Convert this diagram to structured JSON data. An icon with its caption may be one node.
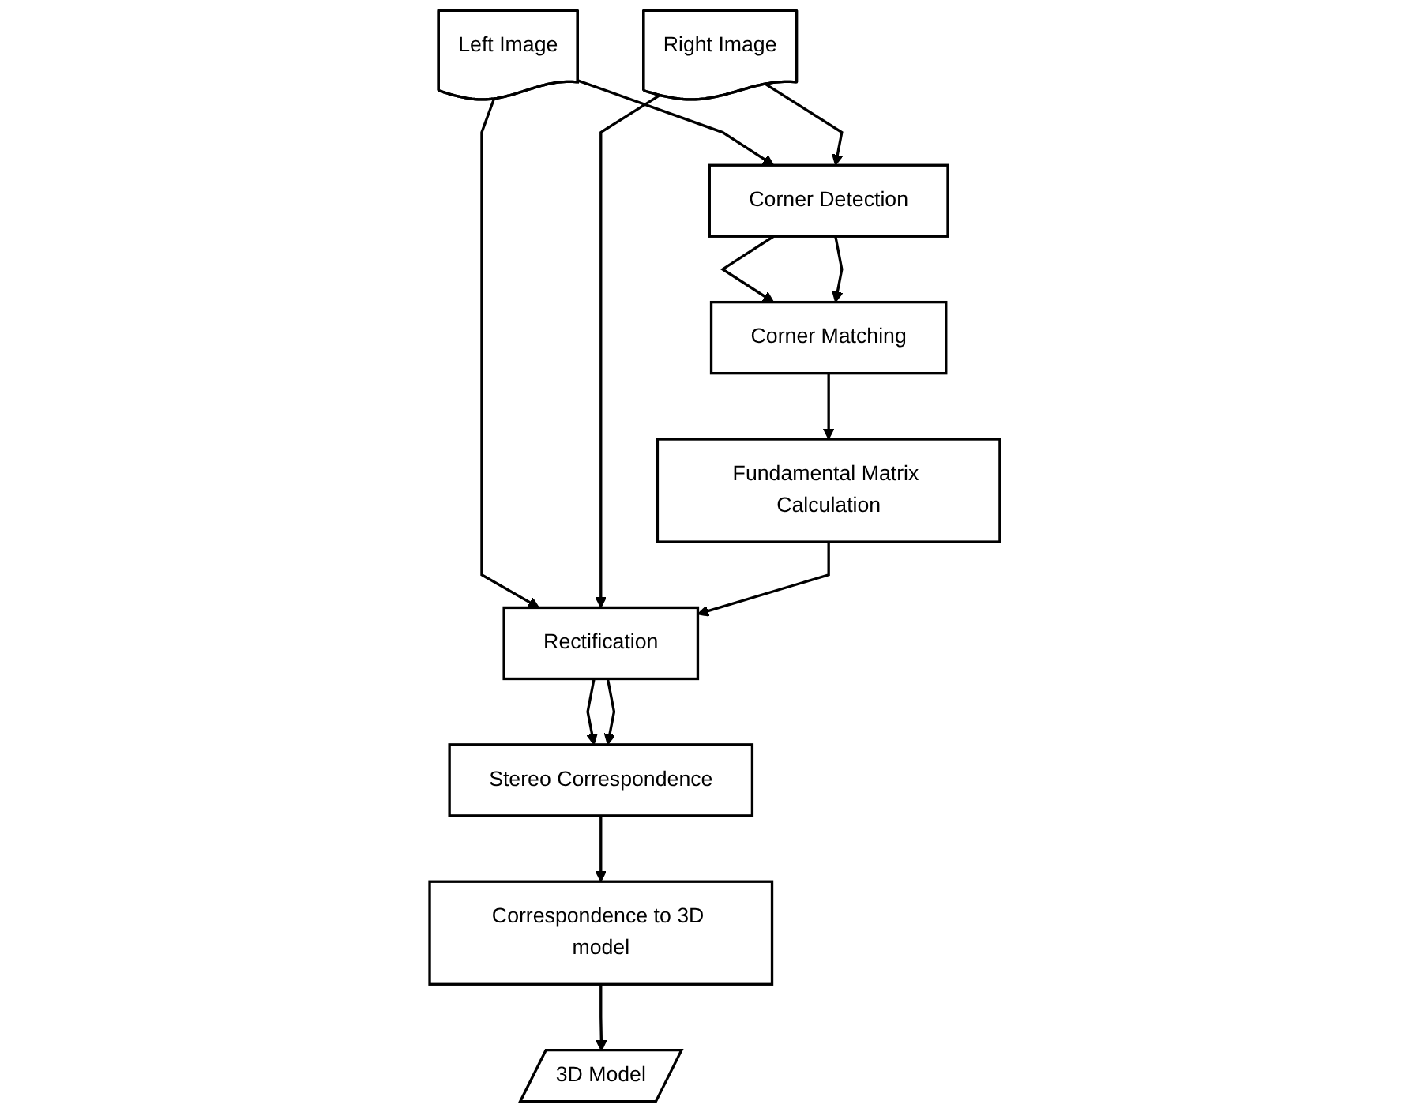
{
  "diagram": {
    "nodes": [
      {
        "text": [
          "Left Image"
        ]
      },
      {
        "text": [
          "Right Image"
        ]
      },
      {
        "text": [
          "Rectification"
        ]
      },
      {
        "text": [
          "Corner Detection"
        ]
      },
      {
        "text": [
          "Stereo Correspondence"
        ]
      },
      {
        "text": [
          "Corner Matching"
        ]
      },
      {
        "text": [
          "Correspondence to 3D model"
        ]
      },
      {
        "text": [
          "Fundamental Matrix Calculation"
        ]
      },
      {
        "text": [
          "3D Model"
        ]
      }
    ],
    "edges": [
      {
        "from": 0,
        "to": 2,
        "arrow": "to"
      },
      {
        "from": 1,
        "to": 2,
        "arrow": "to"
      },
      {
        "from": 0,
        "to": 3,
        "arrow": "to"
      },
      {
        "from": 1,
        "to": 3,
        "arrow": "to"
      },
      {
        "from": 2,
        "to": 4,
        "arrow": "to"
      },
      {
        "from": 2,
        "to": 4,
        "arrow": "to"
      },
      {
        "from": 3,
        "to": 5,
        "arrow": "to"
      },
      {
        "from": 3,
        "to": 5,
        "arrow": "to"
      },
      {
        "from": 5,
        "to": 7,
        "arrow": "to"
      },
      {
        "from": 7,
        "to": 2,
        "arrow": "to"
      },
      {
        "from": 4,
        "to": 6,
        "arrow": "to"
      },
      {
        "from": 6,
        "to": 8,
        "arrow": "to"
      }
    ]
  }
}
